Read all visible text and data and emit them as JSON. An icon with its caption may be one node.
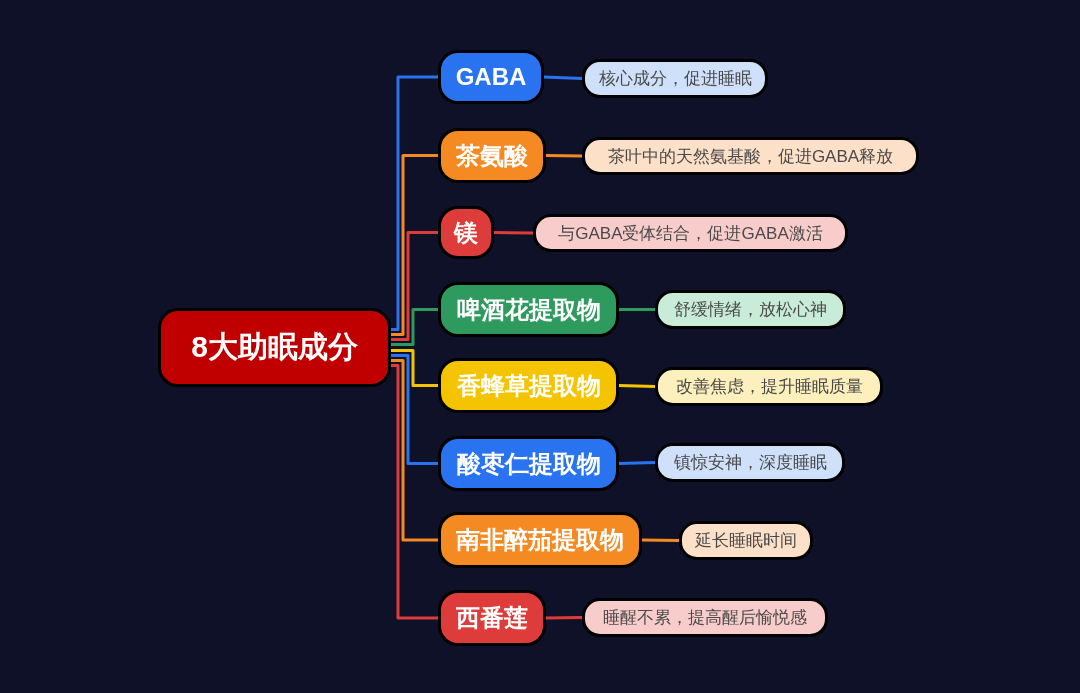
{
  "diagram": {
    "nodes": [
      {
        "text": [
          "8大助眠成分"
        ]
      },
      {
        "text": [
          "GABA"
        ]
      },
      {
        "text": [
          "核心成分，促进睡眠"
        ]
      },
      {
        "text": [
          "茶氨酸"
        ]
      },
      {
        "text": [
          "茶叶中的天然氨基酸，促进GABA释放"
        ]
      },
      {
        "text": [
          "镁"
        ]
      },
      {
        "text": [
          "与GABA受体结合，促进GABA激活"
        ]
      },
      {
        "text": [
          "啤酒花提取物"
        ]
      },
      {
        "text": [
          "舒缓情绪，放松心神"
        ]
      },
      {
        "text": [
          "香蜂草提取物"
        ]
      },
      {
        "text": [
          "改善焦虑，提升睡眠质量"
        ]
      },
      {
        "text": [
          "酸枣仁提取物"
        ]
      },
      {
        "text": [
          "镇惊安神，深度睡眠"
        ]
      },
      {
        "text": [
          "南非醉茄提取物"
        ]
      },
      {
        "text": [
          "延长睡眠时间"
        ]
      },
      {
        "text": [
          "西番莲"
        ]
      },
      {
        "text": [
          "睡醒不累，提高醒后愉悦感"
        ]
      }
    ],
    "edges": [
      {
        "from": 0,
        "to": 1,
        "arrow": "none",
        "color": "#2a73f0"
      },
      {
        "from": 1,
        "to": 2,
        "arrow": "none",
        "color": "#2a73f0"
      },
      {
        "from": 0,
        "to": 3,
        "arrow": "none",
        "color": "#f58a22"
      },
      {
        "from": 3,
        "to": 4,
        "arrow": "none",
        "color": "#f58a22"
      },
      {
        "from": 0,
        "to": 5,
        "arrow": "none",
        "color": "#de3b3b"
      },
      {
        "from": 5,
        "to": 6,
        "arrow": "none",
        "color": "#de3b3b"
      },
      {
        "from": 0,
        "to": 7,
        "arrow": "none",
        "color": "#2e9a5e"
      },
      {
        "from": 7,
        "to": 8,
        "arrow": "none",
        "color": "#2e9a5e"
      },
      {
        "from": 0,
        "to": 9,
        "arrow": "none",
        "color": "#f5c400"
      },
      {
        "from": 9,
        "to": 10,
        "arrow": "none",
        "color": "#f5c400"
      },
      {
        "from": 0,
        "to": 11,
        "arrow": "none",
        "color": "#2a73f0"
      },
      {
        "from": 11,
        "to": 12,
        "arrow": "none",
        "color": "#2a73f0"
      },
      {
        "from": 0,
        "to": 13,
        "arrow": "none",
        "color": "#f58a22"
      },
      {
        "from": 13,
        "to": 14,
        "arrow": "none",
        "color": "#f58a22"
      },
      {
        "from": 0,
        "to": 15,
        "arrow": "none",
        "color": "#de3b3b"
      },
      {
        "from": 15,
        "to": 16,
        "arrow": "none",
        "color": "#de3b3b"
      }
    ]
  }
}
